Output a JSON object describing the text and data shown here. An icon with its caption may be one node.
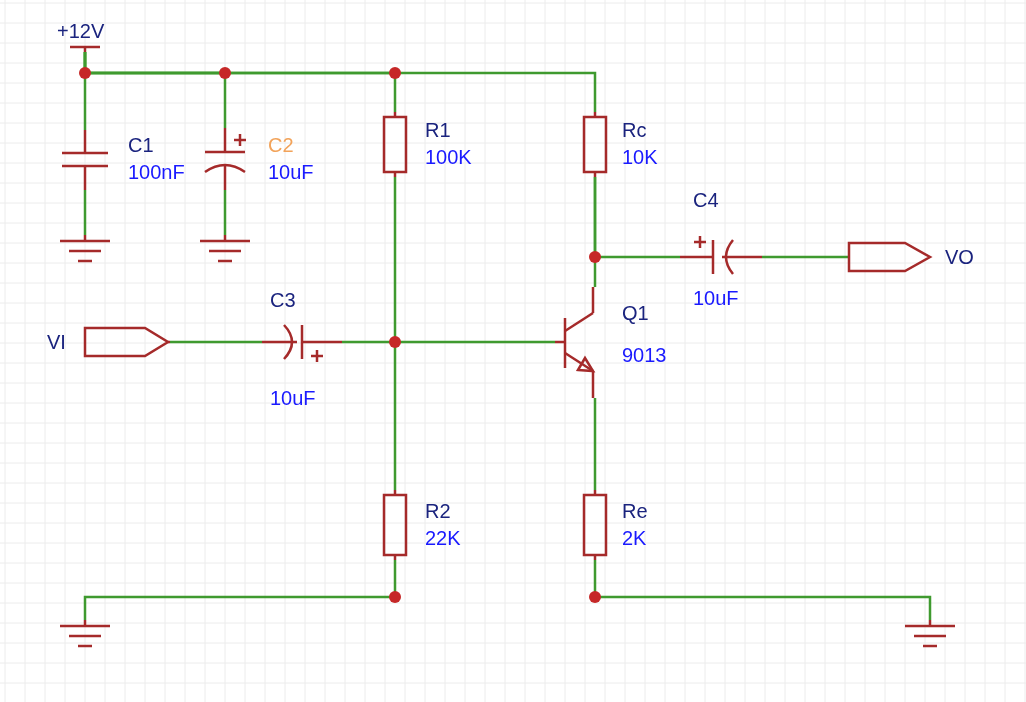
{
  "diagram": {
    "nodes": [
      {
        "text": [
          "+12V"
        ]
      },
      {
        "text": [
          "C1",
          "100nF"
        ]
      },
      {
        "text": [
          "C2",
          "10uF"
        ]
      },
      {
        "text": [
          "R1",
          "100K"
        ]
      },
      {
        "text": [
          "Rc",
          "10K"
        ]
      },
      {
        "text": [
          "C4",
          "10uF"
        ]
      },
      {
        "text": [
          "VO"
        ]
      },
      {
        "text": [
          "VI"
        ]
      },
      {
        "text": [
          "C3",
          "10uF"
        ]
      },
      {
        "text": [
          "Q1",
          "9013"
        ]
      },
      {
        "text": [
          "R2",
          "22K"
        ]
      },
      {
        "text": [
          "Re",
          "2K"
        ]
      },
      {
        "text": [],
        "shape": "ground"
      },
      {
        "text": [],
        "shape": "ground"
      },
      {
        "text": [],
        "shape": "ground"
      },
      {
        "text": [],
        "shape": "ground"
      }
    ],
    "edges": [
      {
        "from": 0,
        "to": 1,
        "arrow": "none"
      },
      {
        "from": 0,
        "to": 2,
        "arrow": "none"
      },
      {
        "from": 0,
        "to": 3,
        "arrow": "none"
      },
      {
        "from": 0,
        "to": 4,
        "arrow": "none"
      },
      {
        "from": 1,
        "to": 12,
        "arrow": "none"
      },
      {
        "from": 2,
        "to": 13,
        "arrow": "none"
      },
      {
        "from": 7,
        "to": 8,
        "arrow": "none"
      },
      {
        "from": 8,
        "to": 9,
        "arrow": "none"
      },
      {
        "from": 3,
        "to": 10,
        "arrow": "none"
      },
      {
        "from": 4,
        "to": 9,
        "arrow": "none"
      },
      {
        "from": 4,
        "to": 5,
        "arrow": "none"
      },
      {
        "from": 5,
        "to": 6,
        "arrow": "none"
      },
      {
        "from": 9,
        "to": 11,
        "arrow": "none"
      },
      {
        "from": 10,
        "to": 14,
        "arrow": "none"
      },
      {
        "from": 11,
        "to": 15,
        "arrow": "none"
      }
    ]
  }
}
